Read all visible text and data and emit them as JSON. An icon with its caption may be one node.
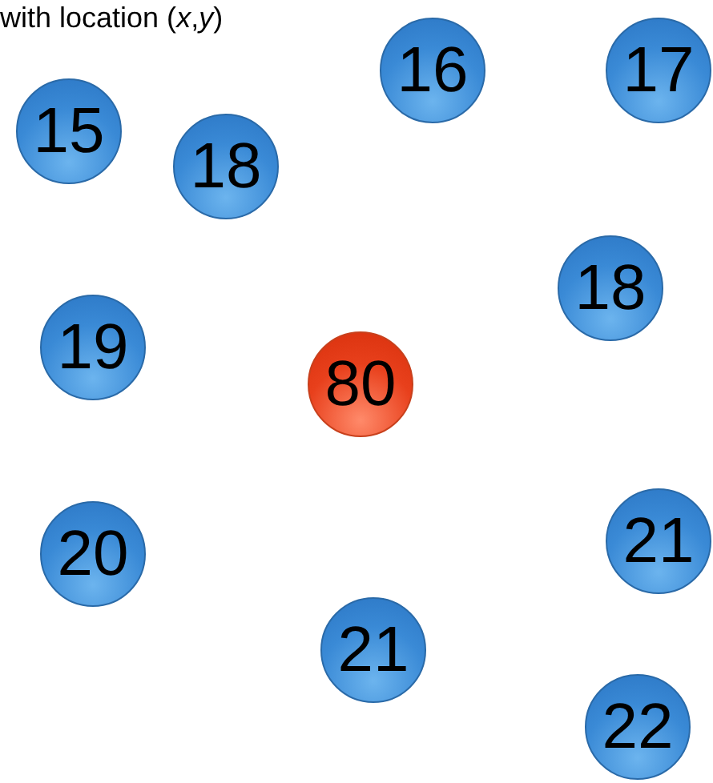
{
  "diagram": {
    "nodes": [
      {
        "text": [
          "16"
        ]
      },
      {
        "text": [
          "17"
        ]
      },
      {
        "text": [
          "15"
        ]
      },
      {
        "text": [
          "18"
        ]
      },
      {
        "text": [
          "18"
        ]
      },
      {
        "text": [
          "19"
        ]
      },
      {
        "text": [
          "80"
        ]
      },
      {
        "text": [
          "21"
        ]
      },
      {
        "text": [
          "20"
        ]
      },
      {
        "text": [
          "21"
        ]
      },
      {
        "text": [
          "22"
        ]
      }
    ],
    "edges": [],
    "labels": [
      "with location (*x*,*y*)"
    ]
  }
}
